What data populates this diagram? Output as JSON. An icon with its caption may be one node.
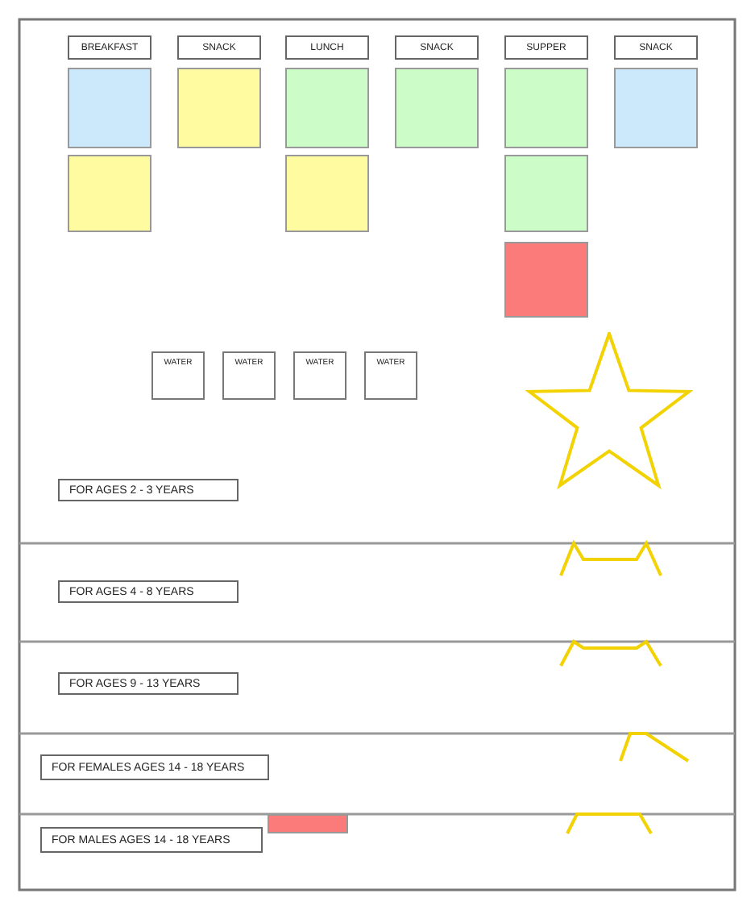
{
  "diagram": {
    "nodes": [
      {
        "text": [
          "BREAKFAST"
        ]
      },
      {
        "text": [
          "SNACK"
        ]
      },
      {
        "text": [
          "LUNCH"
        ]
      },
      {
        "text": [
          "SNACK"
        ]
      },
      {
        "text": [
          "SUPPER"
        ]
      },
      {
        "text": [
          "SNACK"
        ]
      },
      {
        "text": [],
        "shape": "box"
      },
      {
        "text": [],
        "shape": "box"
      },
      {
        "text": [],
        "shape": "box"
      },
      {
        "text": [],
        "shape": "box"
      },
      {
        "text": [],
        "shape": "box"
      },
      {
        "text": [],
        "shape": "box"
      },
      {
        "text": [],
        "shape": "box"
      },
      {
        "text": [],
        "shape": "box"
      },
      {
        "text": [],
        "shape": "box"
      },
      {
        "text": [],
        "shape": "box"
      },
      {
        "text": [
          "WATER"
        ]
      },
      {
        "text": [
          "WATER"
        ]
      },
      {
        "text": [
          "WATER"
        ]
      },
      {
        "text": [
          "WATER"
        ]
      },
      {
        "text": [],
        "shape": "star"
      },
      {
        "text": [
          "FOR AGES 2 - 3 YEARS"
        ]
      },
      {
        "text": [
          "FOR AGES 4 - 8 YEARS"
        ]
      },
      {
        "text": [
          "FOR AGES 9 - 13 YEARS"
        ]
      },
      {
        "text": [
          "FOR FEMALES AGES 14 - 18 YEARS"
        ]
      },
      {
        "text": [
          "FOR MALES AGES 14 - 18 YEARS"
        ]
      },
      {
        "text": [],
        "shape": "bar"
      }
    ]
  }
}
